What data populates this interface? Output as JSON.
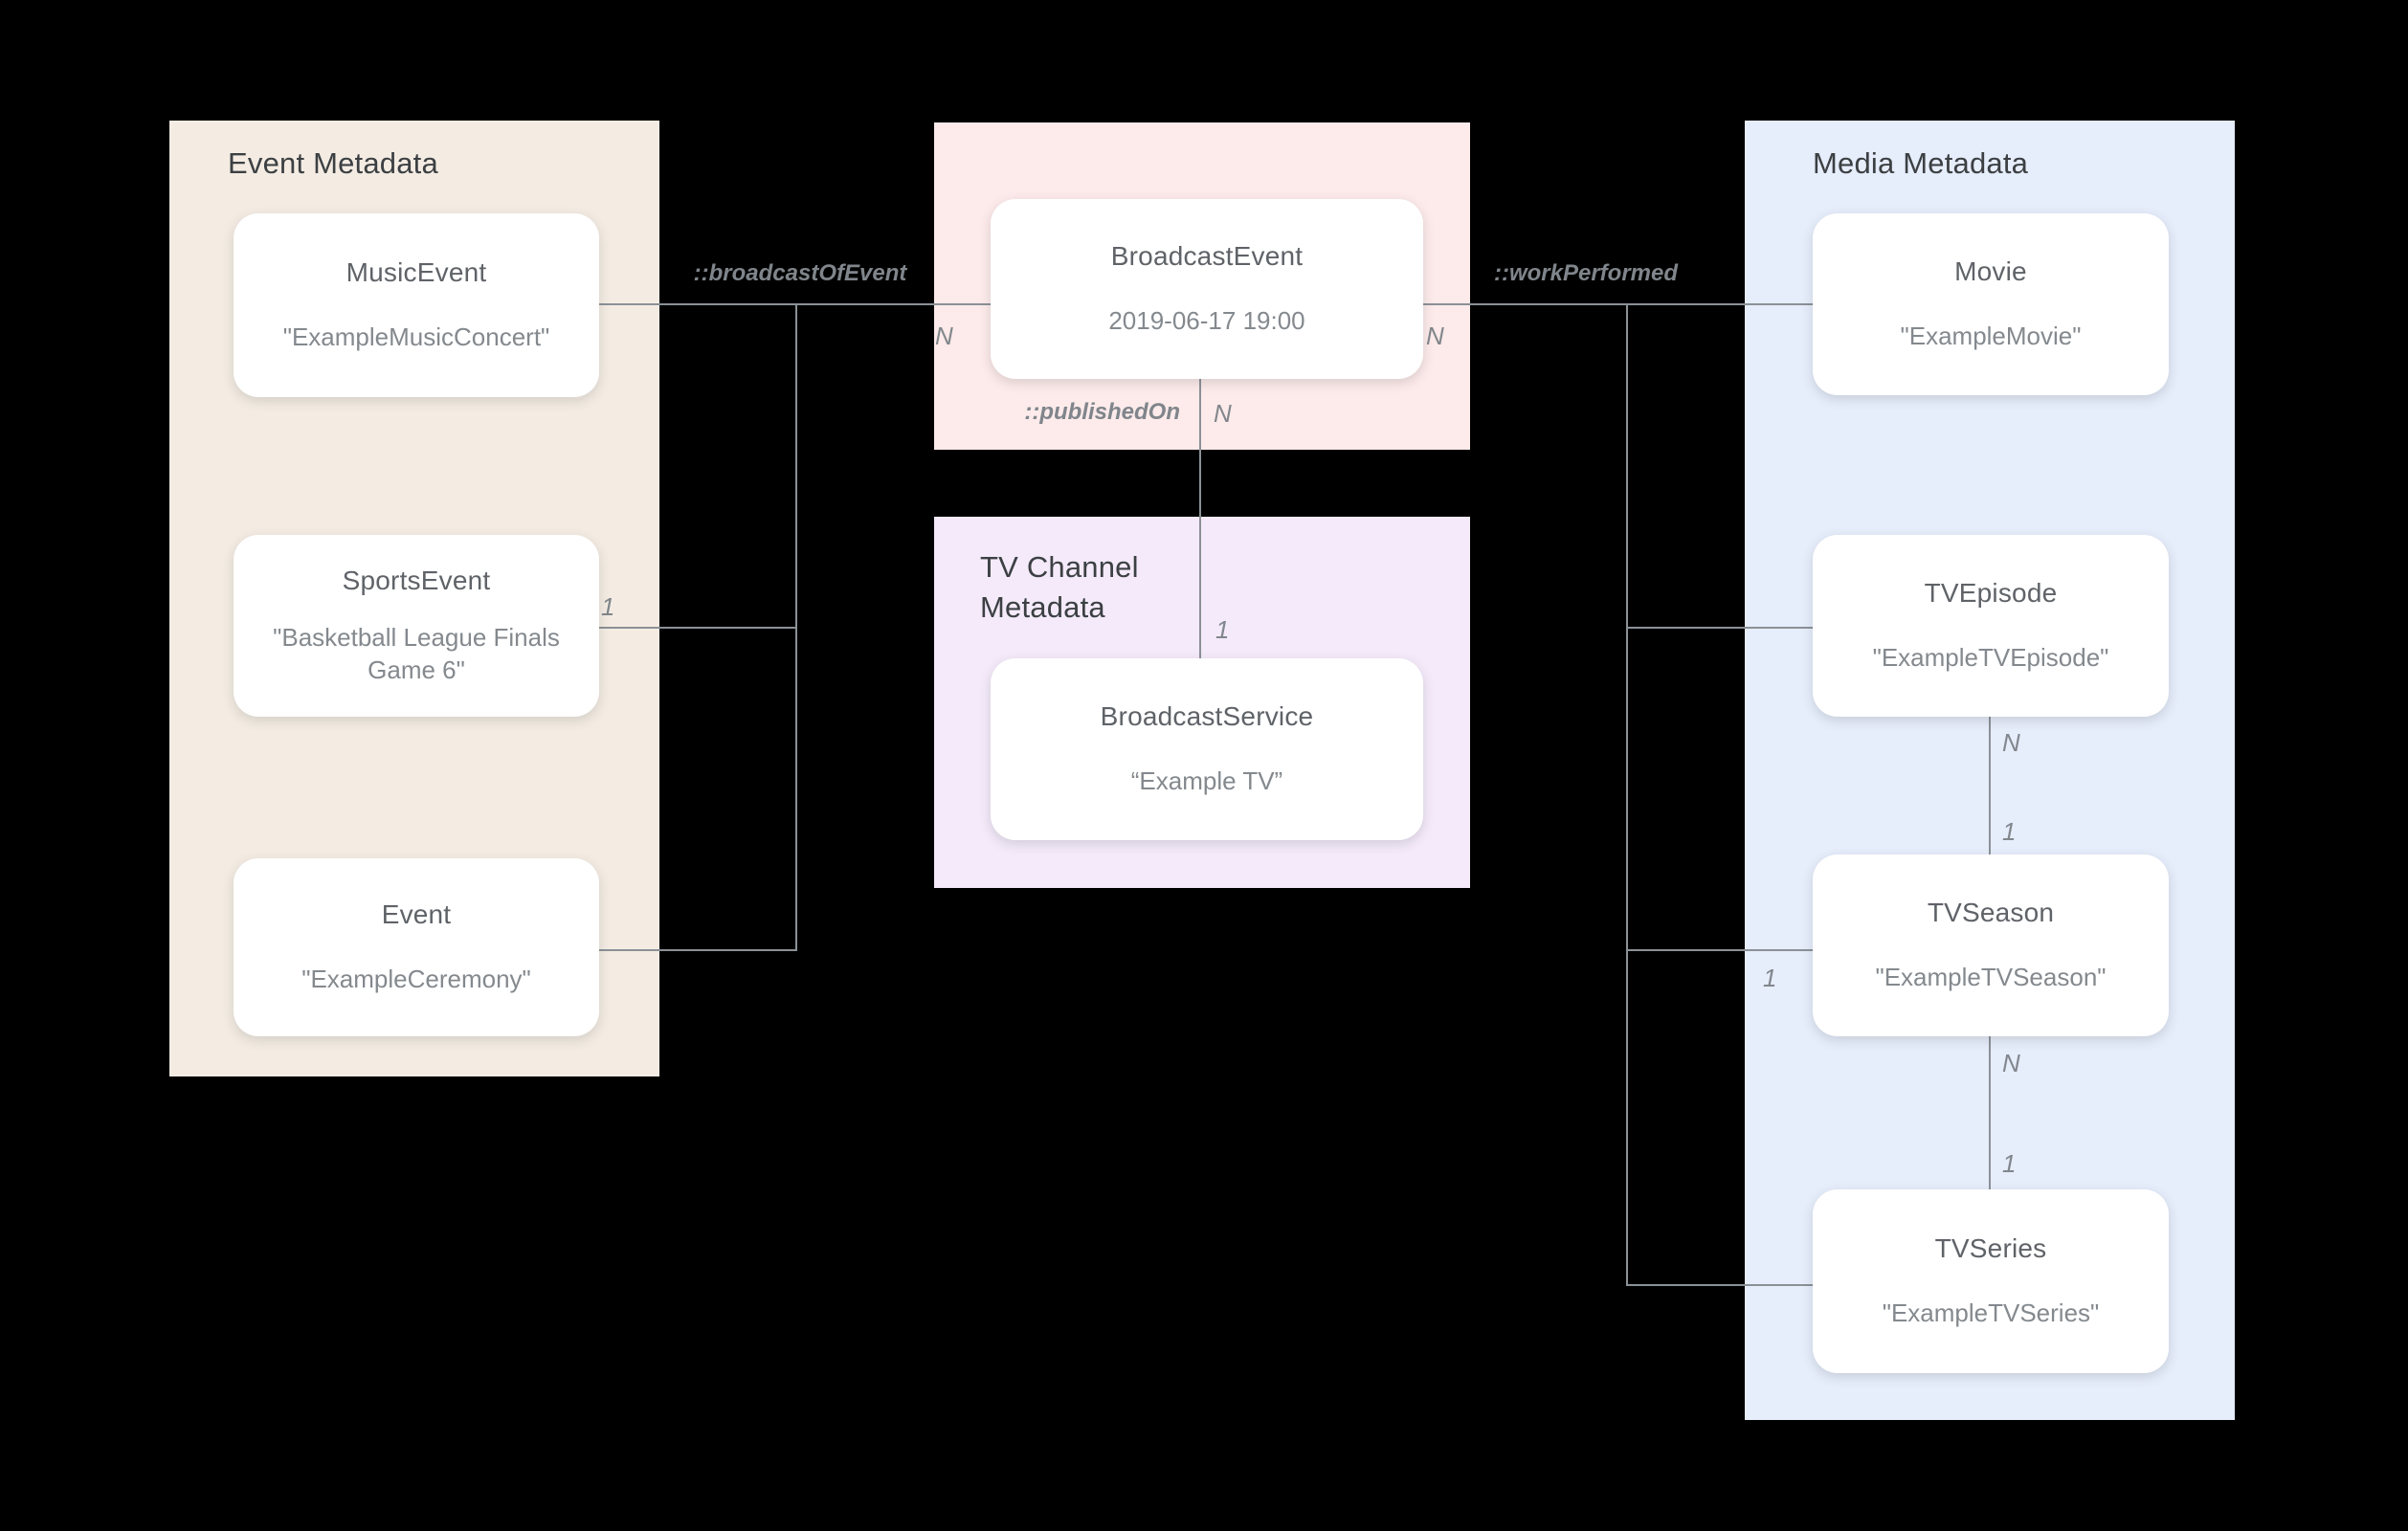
{
  "panels": {
    "event": {
      "title": "Event Metadata",
      "color": "#f4ece3"
    },
    "broadcast": {
      "color": "#fdeaea"
    },
    "tv_channel": {
      "title": "TV Channel Metadata",
      "color": "#f4eafa"
    },
    "media": {
      "title": "Media Metadata",
      "color": "#e6edfb"
    }
  },
  "nodes": {
    "music_event": {
      "name": "MusicEvent",
      "value": "\"ExampleMusicConcert\""
    },
    "sports_event": {
      "name": "SportsEvent",
      "value": "\"Basketball League Finals Game 6\""
    },
    "event": {
      "name": "Event",
      "value": "\"ExampleCeremony\""
    },
    "broadcast_event": {
      "name": "BroadcastEvent",
      "value": "2019-06-17 19:00"
    },
    "broadcast_service": {
      "name": "BroadcastService",
      "value": "“Example TV”"
    },
    "movie": {
      "name": "Movie",
      "value": "\"ExampleMovie\""
    },
    "tv_episode": {
      "name": "TVEpisode",
      "value": "\"ExampleTVEpisode\""
    },
    "tv_season": {
      "name": "TVSeason",
      "value": "\"ExampleTVSeason\""
    },
    "tv_series": {
      "name": "TVSeries",
      "value": "\"ExampleTVSeries\""
    }
  },
  "edge_labels": {
    "broadcast_of_event": "::broadcastOfEvent",
    "work_performed": "::workPerformed",
    "published_on": "::publishedOn",
    "n_broadcast_of_event": "N",
    "n_work_performed": "N",
    "n_published_on": "N",
    "one_published_on": "1",
    "one_sports_event": "1",
    "one_tv_season": "1",
    "n_episode_to_season": "N",
    "one_episode_to_season": "1",
    "n_season_to_series": "N",
    "one_season_to_series": "1"
  },
  "colors": {
    "background": "#000000",
    "event_panel": "#f4ece3",
    "broadcast_panel": "#fdeaea",
    "tv_channel_panel": "#f4eafa",
    "media_panel": "#e6edfb",
    "card": "#ffffff",
    "panel_title_text": "#3c4043",
    "card_name_text": "#5f6368",
    "card_value_text": "#84898e",
    "connector_line": "#8b9196",
    "edge_label_text": "#7f858b"
  }
}
